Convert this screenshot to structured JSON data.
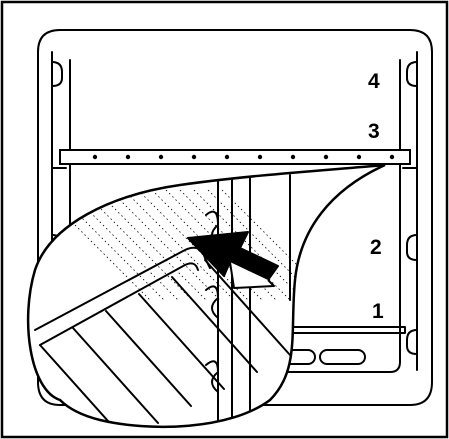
{
  "diagram": {
    "shelf_levels": [
      {
        "label": "4"
      },
      {
        "label": "3"
      },
      {
        "label": "2"
      },
      {
        "label": "1"
      }
    ]
  }
}
